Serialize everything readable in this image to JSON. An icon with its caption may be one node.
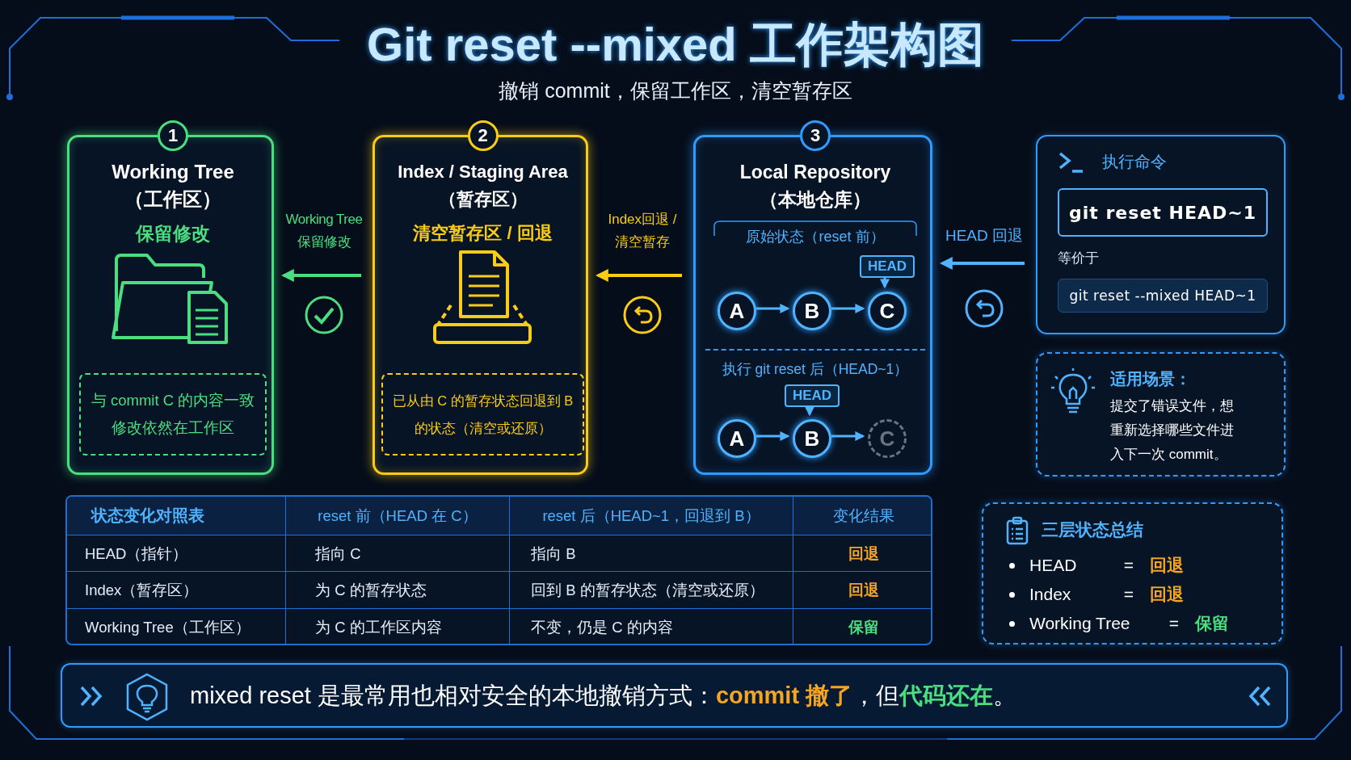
{
  "diagram": {
    "title": "Git reset --mixed 工作架构图",
    "nodes": [
      {
        "text": [
          "Working Tree（工作区）",
          "保留修改"
        ],
        "beside": [
          "1"
        ]
      },
      {
        "text": [
          "与 commit C 的内容一致修改依然在工作区"
        ],
        "in": 0
      },
      {
        "text": [
          "Index / Staging Area（暂存区）",
          "清空暂存区 / 回退"
        ],
        "beside": [
          "2"
        ]
      },
      {
        "text": [
          "已从由 C 的暂存状态回退到 B 的状态（清空或还原）"
        ],
        "in": 2
      },
      {
        "text": [
          "Local Repository（本地仓库）",
          "原始状态（reset 前）",
          "执行 git reset 后（HEAD~1）"
        ],
        "beside": [
          "3"
        ]
      },
      {
        "text": [
          "A"
        ],
        "in": 4
      },
      {
        "text": [
          "B"
        ],
        "in": 4
      },
      {
        "text": [
          "C"
        ],
        "in": 4
      },
      {
        "text": [
          "HEAD"
        ],
        "in": 4
      },
      {
        "text": [
          "A"
        ],
        "in": 4
      },
      {
        "text": [
          "B"
        ],
        "in": 4
      },
      {
        "text": [
          "C"
        ],
        "in": 4
      },
      {
        "text": [
          "HEAD"
        ],
        "in": 4
      },
      {
        "text": [
          "执行命令",
          "等价于"
        ]
      },
      {
        "text": [
          "git reset HEAD~1"
        ],
        "in": 13
      },
      {
        "text": [
          "git reset --mixed HEAD~1"
        ],
        "in": 13
      },
      {
        "text": [
          "适用场景：",
          "提交了错误文件，想重新选择哪些文件进入下一次 commit。"
        ]
      },
      {
        "text": [
          "三层状态总结",
          "HEAD",
          "=",
          "回退",
          "Index",
          "=",
          "回退",
          "Working Tree",
          "=",
          "保留"
        ]
      },
      {
        "text": [
          "mixed reset 是最常用也相对安全的本地撤销方式：",
          "commit 撤了",
          "，但",
          "代码还在",
          "。"
        ]
      }
    ],
    "edges": [
      {
        "from": 2,
        "to": 0,
        "arrow": "to",
        "label": "Working Tree保留修改",
        "color": "#4ade80"
      },
      {
        "from": 4,
        "to": 2,
        "arrow": "to",
        "label": "Index回退 /清空暂存",
        "color": "#facc15"
      },
      {
        "from": 13,
        "to": 4,
        "arrow": "to",
        "label": "HEAD 回退"
      },
      {
        "from": 5,
        "to": 6,
        "arrow": "to"
      },
      {
        "from": 6,
        "to": 7,
        "arrow": "to"
      },
      {
        "from": 8,
        "to": 7,
        "arrow": "to"
      },
      {
        "from": 9,
        "to": 10,
        "arrow": "to"
      },
      {
        "from": 10,
        "to": 11,
        "arrow": "to"
      },
      {
        "from": 12,
        "to": 10,
        "arrow": "to"
      }
    ],
    "labels": [
      "撤销 commit，保留工作区，清空暂存区",
      "状态变化对照表",
      "reset 前（HEAD 在 C）",
      "reset 后（HEAD~1，回退到 B）",
      "变化结果",
      "HEAD（指针）",
      "指向 C",
      "指向 B",
      "回退",
      "Index（暂存区）",
      "为 C 的暂存状态",
      "回到 B 的暂存状态（清空或还原）",
      "回退",
      "Working Tree（工作区）",
      "为 C 的工作区内容",
      "不变，仍是 C 的内容",
      "保留"
    ]
  }
}
